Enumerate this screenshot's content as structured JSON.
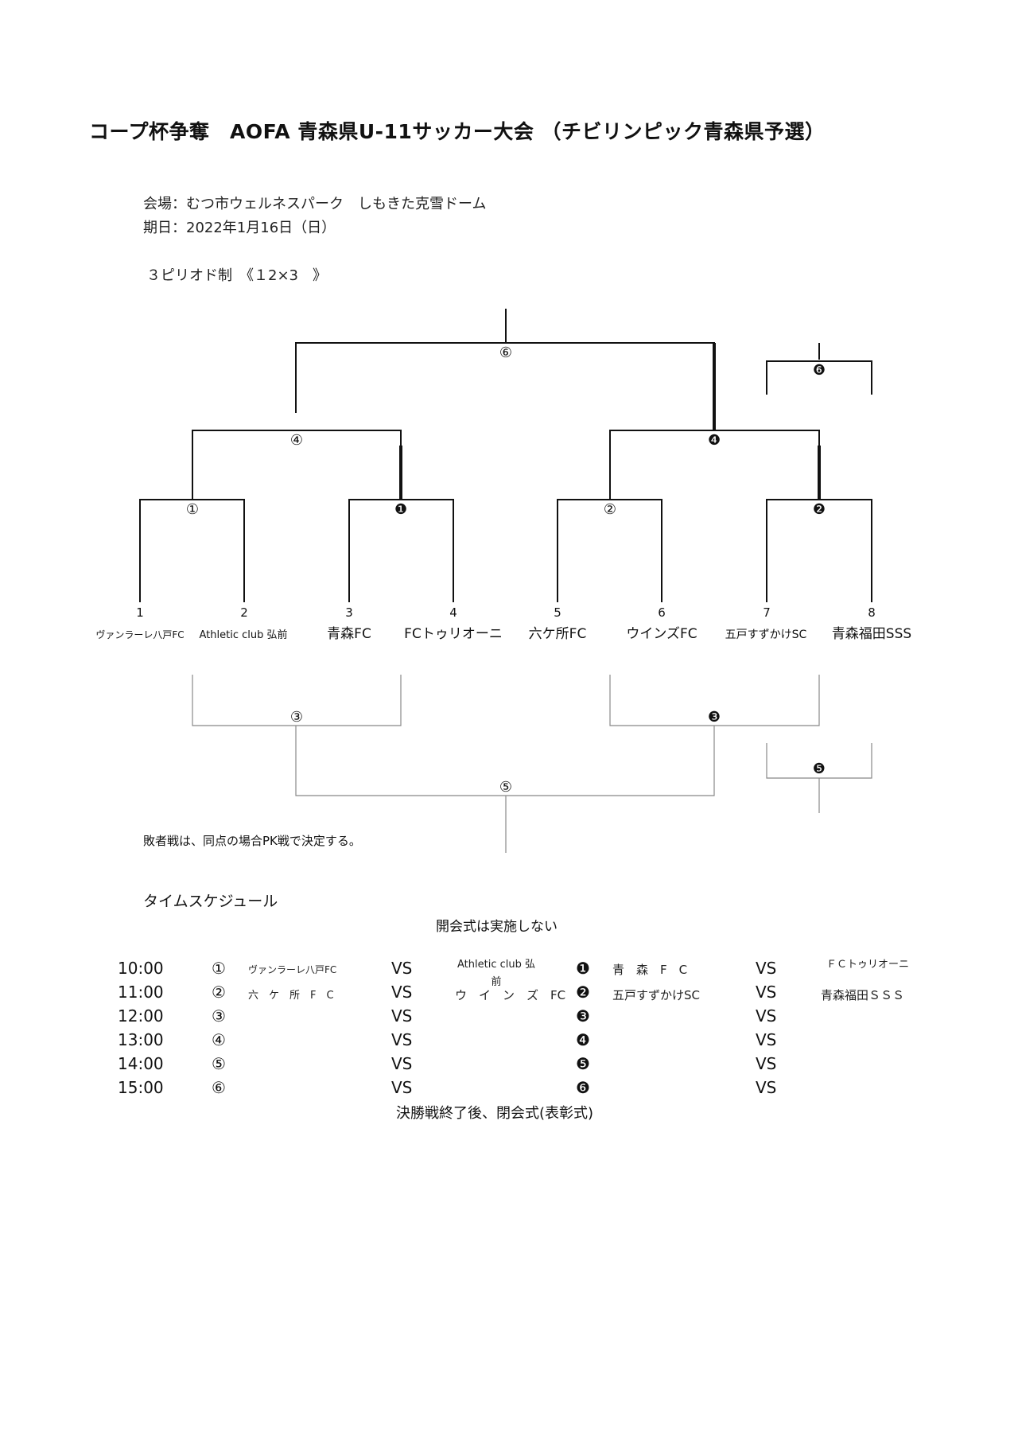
{
  "title": "コープ杯争奪　AOFA 青森県U-11サッカー大会 （チビリンピック青森県予選）",
  "venue": "会場：むつ市ウェルネスパーク　しもきた克雪ドーム",
  "date": "期日：2022年1月16日（日）",
  "format": "３ピリオド制　《１2×3　》",
  "teams": [
    {
      "num": "1",
      "name": "ヴァンラーレ八戸FC"
    },
    {
      "num": "2",
      "name": "Athletic club 弘前"
    },
    {
      "num": "3",
      "name": "青森FC"
    },
    {
      "num": "4",
      "name": "FCトゥリオーニ"
    },
    {
      "num": "5",
      "name": "六ケ所FC"
    },
    {
      "num": "6",
      "name": "ウインズFC"
    },
    {
      "num": "7",
      "name": "五戸すずかけSC"
    },
    {
      "num": "8",
      "name": "青森福田SSS"
    }
  ],
  "marks": {
    "m1": "①",
    "mb1": "❶",
    "m2": "②",
    "mb2": "❷",
    "m4": "④",
    "mb4": "❹",
    "m6": "⑥",
    "mb6": "❻",
    "m3": "③",
    "mb3": "❸",
    "m5": "⑤",
    "mb5": "❺"
  },
  "note": "敗者戦は、同点の場合PK戦で決定する。",
  "schedule_title": "タイムスケジュール",
  "opening": "開会式は実施しない",
  "schedule": [
    {
      "time": "10:00",
      "m1": "①",
      "a1": "ヴァンラーレ八戸FC",
      "vs1": "VS",
      "b1": "Athletic club 弘前",
      "m2": "❶",
      "a2": "青　森　F　C",
      "vs2": "VS",
      "b2": "ＦＣトゥリオーニ"
    },
    {
      "time": "11:00",
      "m1": "②",
      "a1": "六　ケ　所　F　C",
      "vs1": "VS",
      "b1": "ウ　イ　ン　ズ　FC",
      "m2": "❷",
      "a2": "五戸すずかけSC",
      "vs2": "VS",
      "b2": "青森福田ＳＳＳ"
    },
    {
      "time": "12:00",
      "m1": "③",
      "a1": "",
      "vs1": "VS",
      "b1": "",
      "m2": "❸",
      "a2": "",
      "vs2": "VS",
      "b2": ""
    },
    {
      "time": "13:00",
      "m1": "④",
      "a1": "",
      "vs1": "VS",
      "b1": "",
      "m2": "❹",
      "a2": "",
      "vs2": "VS",
      "b2": ""
    },
    {
      "time": "14:00",
      "m1": "⑤",
      "a1": "",
      "vs1": "VS",
      "b1": "",
      "m2": "❺",
      "a2": "",
      "vs2": "VS",
      "b2": ""
    },
    {
      "time": "15:00",
      "m1": "⑥",
      "a1": "",
      "vs1": "VS",
      "b1": "",
      "m2": "❻",
      "a2": "",
      "vs2": "VS",
      "b2": ""
    }
  ],
  "closing": "決勝戦終了後、閉会式(表彰式)"
}
